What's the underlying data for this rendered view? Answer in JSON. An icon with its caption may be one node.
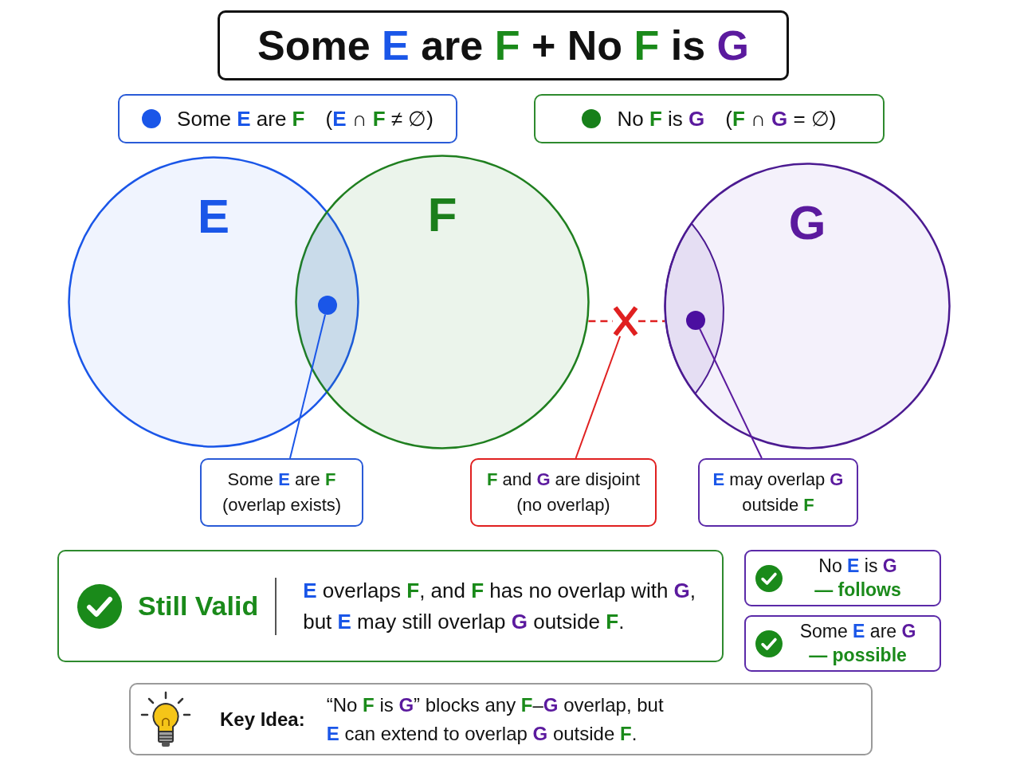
{
  "diagram": {
    "title": "Some **E** are **F** + No **F** is **G**",
    "nodes": [
      {
        "text": [
          "Some **E** are **F**",
          "(**E** ∩ **F** ≠ ∅)"
        ]
      },
      {
        "text": [
          "No **F** is **G**",
          "(**F** ∩ **G** = ∅)"
        ]
      },
      {
        "text": [
          "E"
        ]
      },
      {
        "text": [
          "F"
        ]
      },
      {
        "text": [
          "G"
        ]
      },
      {
        "text": [],
        "shape": "circle"
      },
      {
        "text": [],
        "shape": "cross"
      },
      {
        "text": [],
        "shape": "circle",
        "in": 4
      },
      {
        "text": [
          "Some **E** are **F** (overlap exists)"
        ]
      },
      {
        "text": [
          "**F** and **G** are disjoint (no overlap)"
        ]
      },
      {
        "text": [
          "**E** may overlap **G** outside **F**"
        ]
      },
      {
        "text": [
          "Still Valid",
          "**E** overlaps **F**, and **F** has no overlap with **G**, but **E** may still overlap **G** outside **F**."
        ]
      },
      {
        "text": [
          "No **E** is **G**",
          "— follows"
        ]
      },
      {
        "text": [
          "Some **E** are **G**",
          "— possible"
        ]
      },
      {
        "text": [
          "Key Idea:",
          "“No **F** is **G**” blocks any **F**–**G** overlap, but **E** can extend to overlap **G** outside **F**."
        ]
      }
    ],
    "edges": [
      {
        "from": 8,
        "to": 5,
        "arrow": "none",
        "color": "#1a56e8"
      },
      {
        "from": 3,
        "to": 6,
        "arrow": "none",
        "style": "dashed",
        "color": "#e02020"
      },
      {
        "from": 6,
        "to": 4,
        "arrow": "none",
        "style": "dashed",
        "color": "#e02020"
      },
      {
        "from": 9,
        "to": 6,
        "arrow": "none",
        "color": "#e02020"
      },
      {
        "from": 10,
        "to": 7,
        "arrow": "none",
        "color": "#5b1a9e"
      }
    ]
  }
}
